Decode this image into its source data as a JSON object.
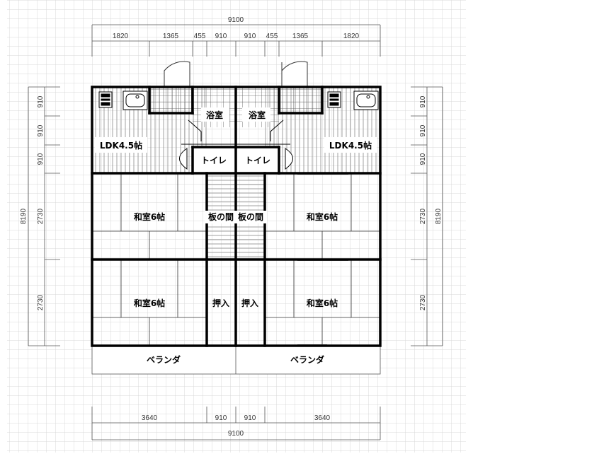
{
  "dimensions": {
    "top_total": "9100",
    "top_segments": [
      "1820",
      "1365",
      "455",
      "910",
      "910",
      "455",
      "1365",
      "1820"
    ],
    "bottom_total": "9100",
    "bottom_segments": [
      "3640",
      "910",
      "910",
      "3640"
    ],
    "left_total": "8190",
    "left_segments": [
      "910",
      "910",
      "910",
      "2730",
      "2730"
    ],
    "right_total": "8190",
    "right_segments": [
      "910",
      "910",
      "910",
      "2730",
      "2730"
    ]
  },
  "rooms": {
    "ldk_left": "LDK4.5帖",
    "ldk_right": "LDK4.5帖",
    "bath_left": "浴室",
    "bath_right": "浴室",
    "toilet_left": "トイレ",
    "toilet_right": "トイレ",
    "washitsu_top_left": "和室6帖",
    "washitsu_top_right": "和室6帖",
    "washitsu_bottom_left": "和室6帖",
    "washitsu_bottom_right": "和室6帖",
    "board_left": "板の間",
    "board_right": "板の間",
    "oshiire_left": "押入",
    "oshiire_right": "押入",
    "veranda_left": "ベランダ",
    "veranda_right": "ベランダ"
  }
}
